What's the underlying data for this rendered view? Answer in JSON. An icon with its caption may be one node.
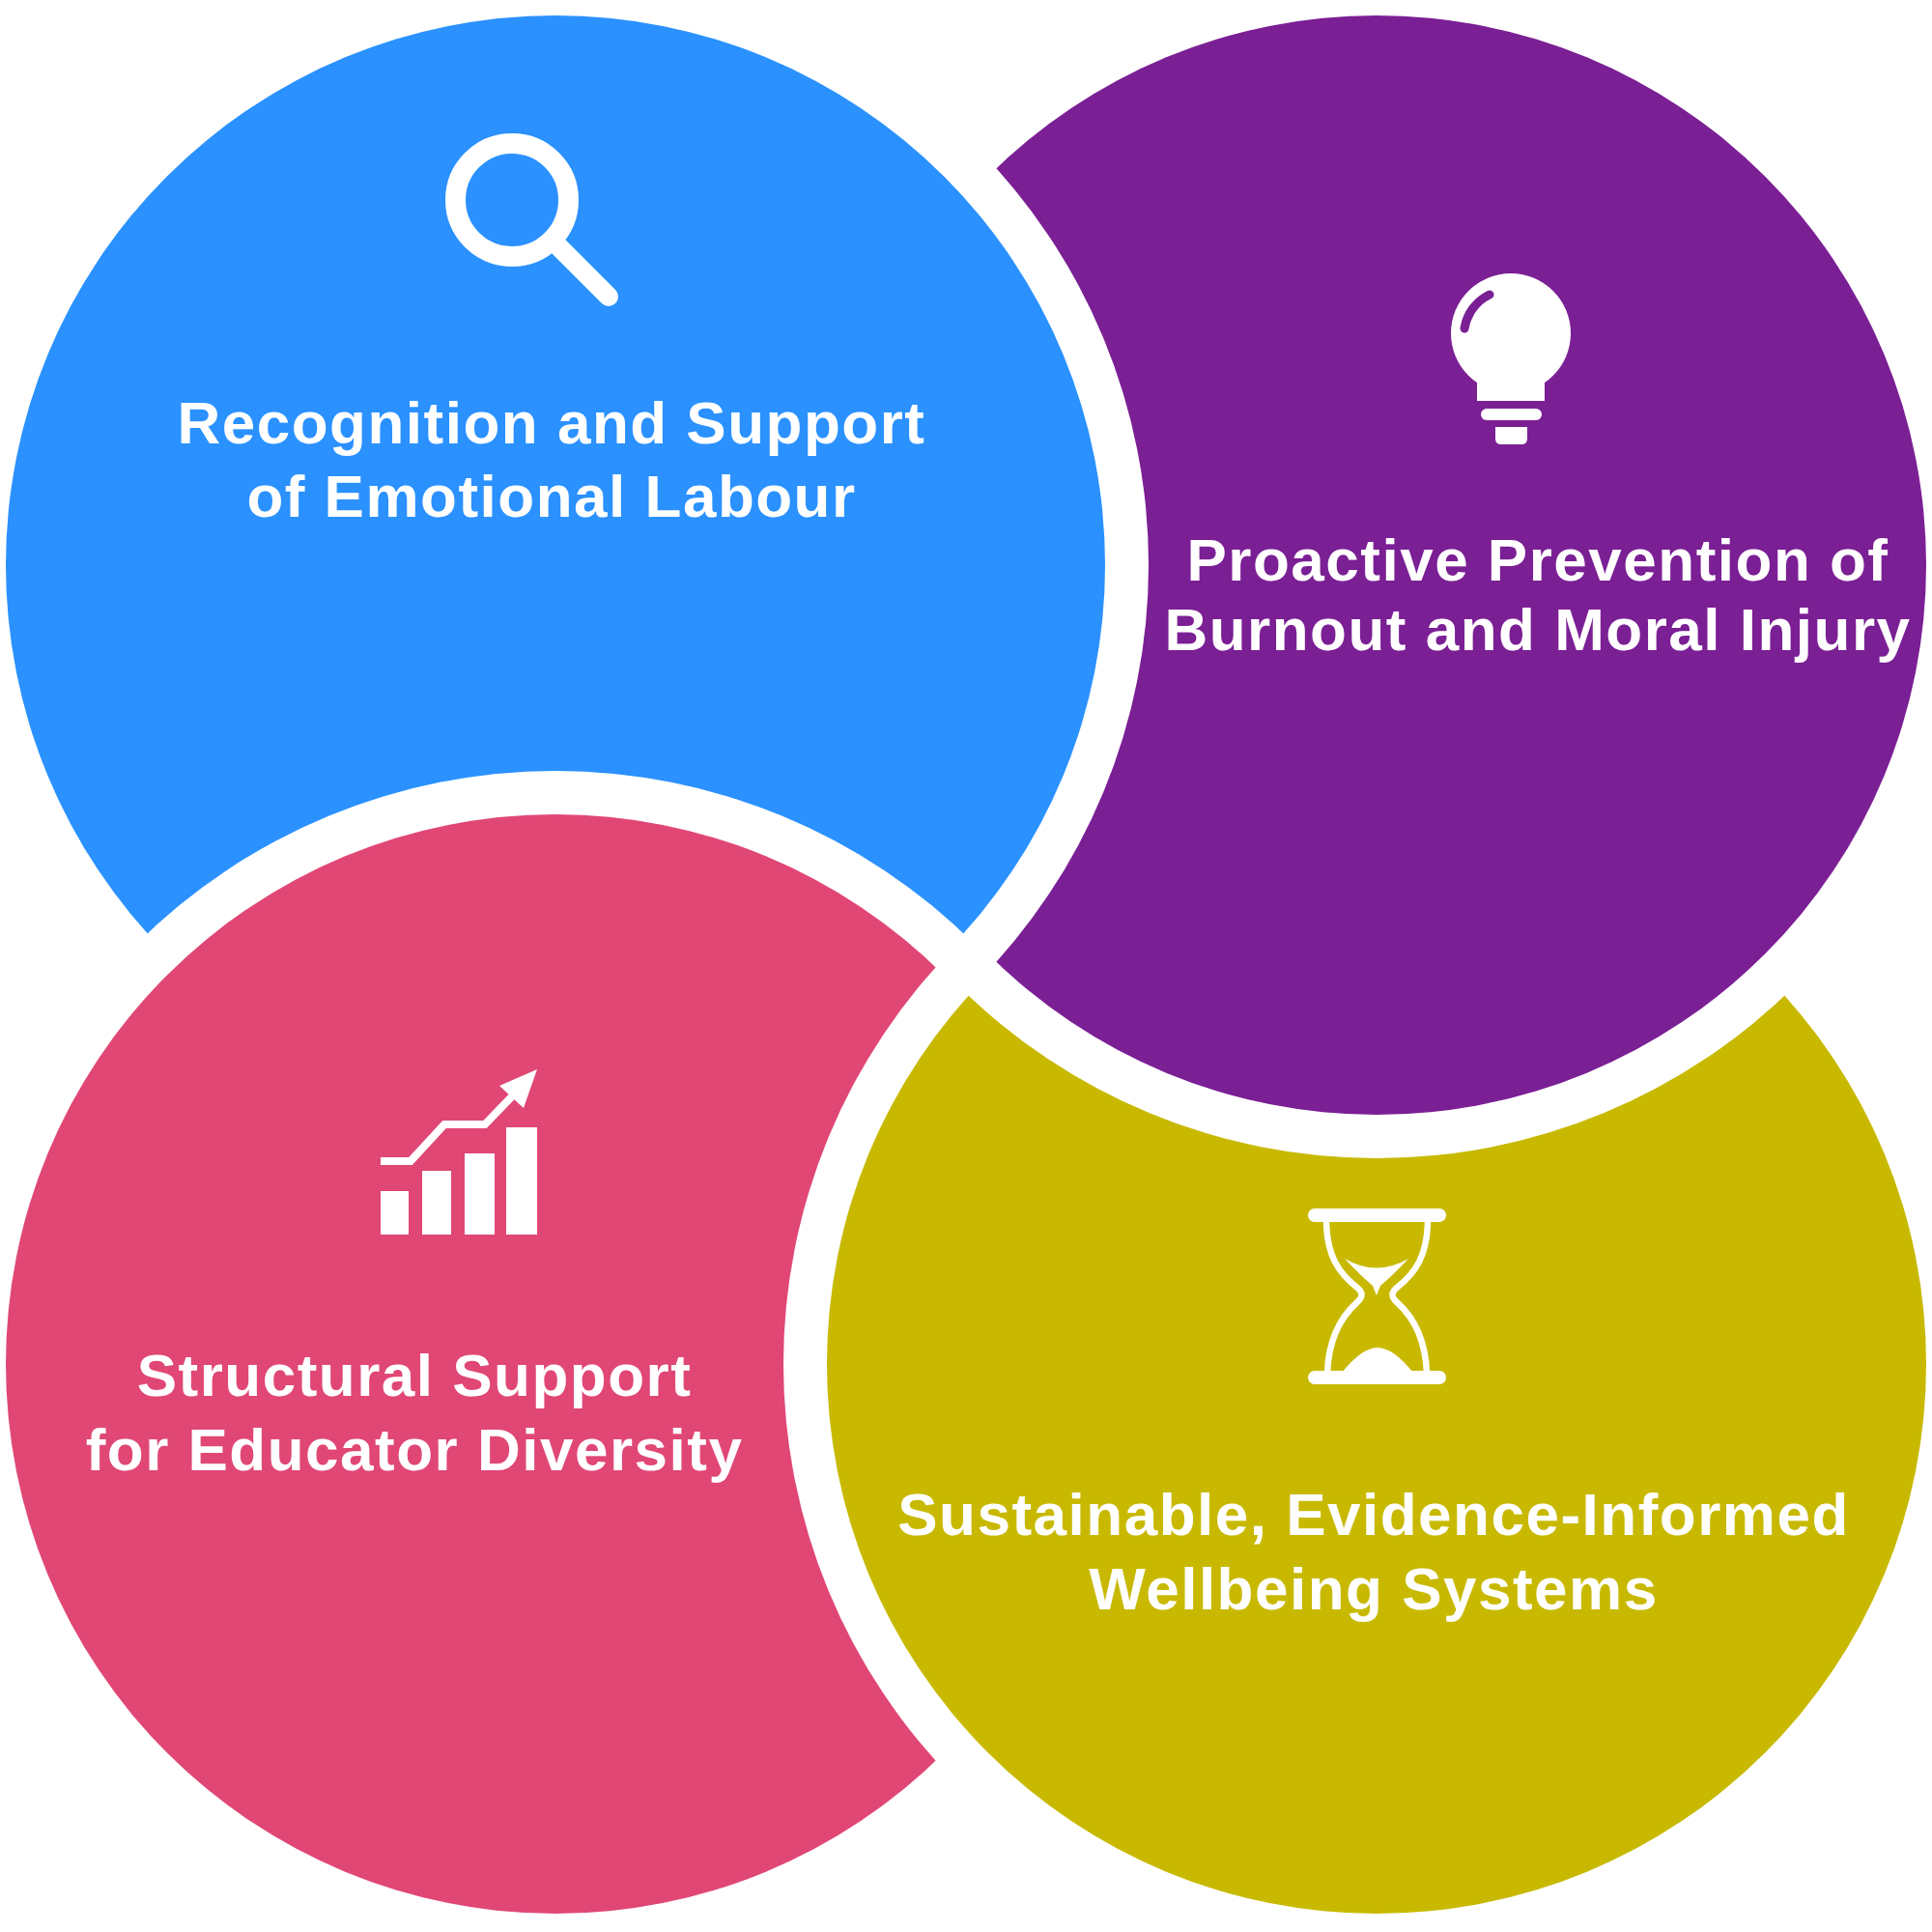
{
  "diagram": {
    "nodes": [
      {
        "text": [
          "Recognition and Support of Emotional Labour"
        ]
      },
      {
        "text": [
          "Proactive Prevention of Burnout and Moral Injury"
        ]
      },
      {
        "text": [
          "Structural Support for Educator Diversity"
        ]
      },
      {
        "text": [
          "Sustainable, Evidence-Informed Wellbeing Systems"
        ]
      }
    ]
  }
}
